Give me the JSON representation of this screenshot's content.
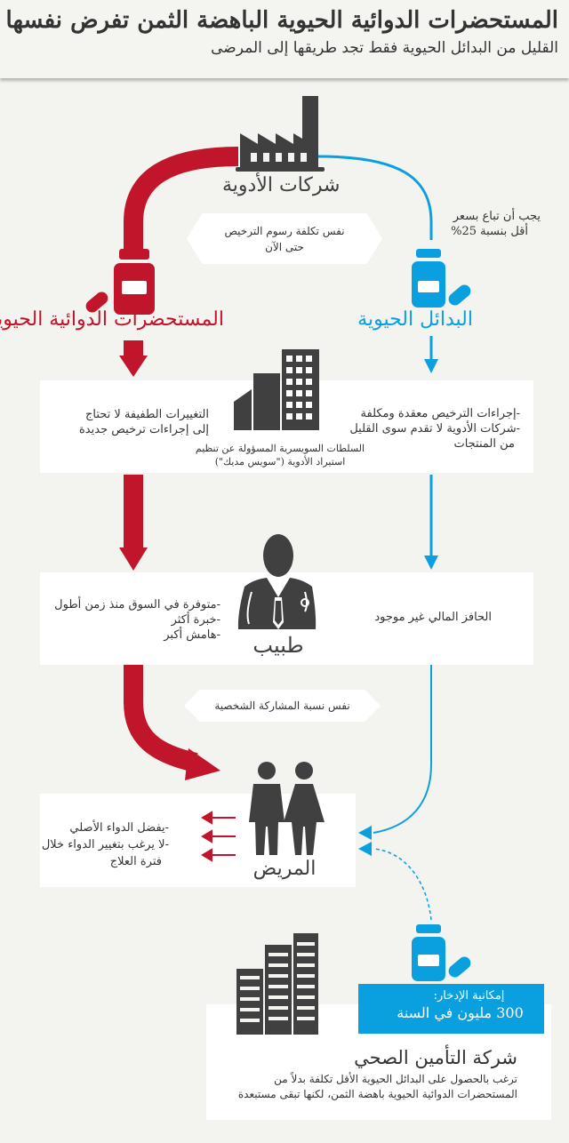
{
  "header": {
    "title": "المستحضرات الدوائية الحيوية الباهضة الثمن تفرض نفسها",
    "subtitle": "القليل من البدائل الحيوية فقط تجد طريقها إلى المرضى"
  },
  "colors": {
    "red": "#c0152a",
    "blue": "#0aa0e0",
    "icon": "#404040",
    "background": "#f3f3ef"
  },
  "pharma": {
    "label": "شركات الأدوية"
  },
  "license_cost": {
    "line1": "نفس تكلفة رسوم الترخيص",
    "line2": "حتى الآن"
  },
  "price_note": {
    "line1": "يجب أن تباع بسعر",
    "line2": "أقل بنسبة 25%"
  },
  "originals": {
    "label": "المستحضرات الدوائية الحيوية"
  },
  "biosimilars": {
    "label": "البدائل الحيوية"
  },
  "regulator": {
    "left": {
      "line1": "التغييرات الطفيفة لا تحتاج",
      "line2": "إلى إجراءات ترخيص جديدة"
    },
    "caption": {
      "line1": "السلطات السويسرية المسؤولة عن تنظيم",
      "line2": "استيراد الأدوية (\"سويس مديك\")"
    },
    "right": [
      "-إجراءات الترخيص معقدة ومكلفة",
      "-شركات الأدوية لا تقدم سوى القليل",
      "من المنتجات"
    ]
  },
  "doctor": {
    "label": "طبيب",
    "left": [
      "-متوفرة في السوق منذ زمن أطول",
      "-خبرة أكثر",
      "-هامش أكبر"
    ],
    "right": "الحافز المالي غير موجود"
  },
  "copay": {
    "label": "نفس نسبة المشاركة الشخصية"
  },
  "patient": {
    "label": "المريض",
    "items": [
      "-يفضل الدواء الأصلي",
      "-لا يرغب بتغيير الدواء خلال",
      "فترة العلاج"
    ]
  },
  "savings": {
    "line1": "إمكانية الإدخار:",
    "line2": "300 مليون في السنة"
  },
  "insurance": {
    "title": "شركة التأمين الصحي",
    "line1": "ترغب بالحصول على البدائل الحيوية الأقل تكلفة بدلاً من",
    "line2": "المستحضرات الدوائية الحيوية باهضة الثمن، لكنها تبقى مستبعدة"
  }
}
